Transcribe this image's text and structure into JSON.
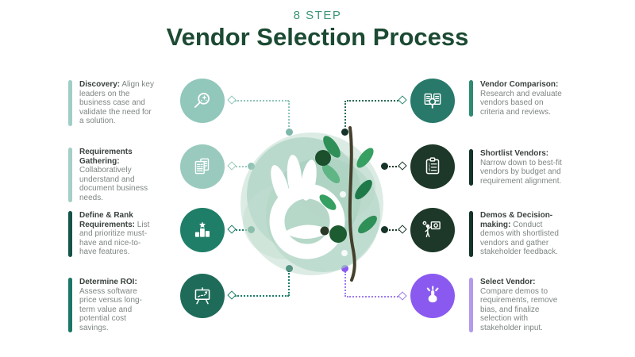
{
  "header": {
    "kicker": "8 STEP",
    "title": "Vendor Selection Process"
  },
  "steps": {
    "left": [
      {
        "title": "Discovery:",
        "body": "Align key leaders on the business case and validate the need for a solution.",
        "icon": "magnifier-icon",
        "accent": "#92c7bb"
      },
      {
        "title": "Requirements Gathering:",
        "body": "Collaboratively understand and document business needs.",
        "icon": "documents-icon",
        "accent": "#9acabe"
      },
      {
        "title": "Define & Rank Requirements:",
        "body": "List and prioritize must-have and nice-to-have features.",
        "icon": "podium-star-icon",
        "accent": "#1f7e68"
      },
      {
        "title": "Determine ROI:",
        "body": "Assess software price versus long-term value and potential cost savings.",
        "icon": "presentation-chart-icon",
        "accent": "#1e6b5a"
      }
    ],
    "right": [
      {
        "title": "Vendor Comparison:",
        "body": "Research and evaluate vendors based on criteria and reviews.",
        "icon": "compare-documents-icon",
        "accent": "#28796a"
      },
      {
        "title": "Shortlist Vendors:",
        "body": "Narrow down to best-fit vendors by budget and requirement alignment.",
        "icon": "clipboard-list-icon",
        "accent": "#1d3829"
      },
      {
        "title": "Demos & Decision-making:",
        "body": "Conduct demos with shortlisted vendors and gather stakeholder feedback.",
        "icon": "presenter-icon",
        "accent": "#1d3829"
      },
      {
        "title": "Select Vendor:",
        "body": "Compare demos to requirements, remove bias, and finalize selection with stakeholder input.",
        "icon": "click-hand-icon",
        "accent": "#8a5af0"
      }
    ]
  },
  "center": {
    "illustration": "ok-hand-with-olive-branch"
  },
  "colors": {
    "kicker_teal": "#3a9478",
    "title_green": "#1c4a33",
    "body_gray": "#7e8683",
    "light_teal": "#92c7bb",
    "mid_teal": "#1f7e68",
    "dark_green": "#1d3829",
    "purple": "#8a5af0",
    "blob_green": "#9bcab6"
  }
}
